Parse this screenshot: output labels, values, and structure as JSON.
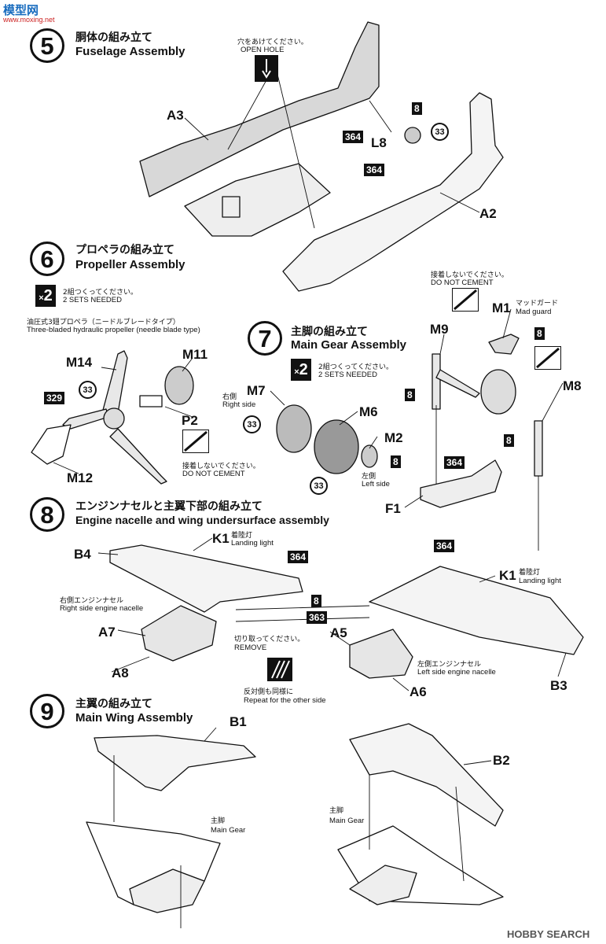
{
  "watermark": {
    "top_logo": "模型网",
    "top_url": "www.moxing.net",
    "bottom_logo": "HOBBY SEARCH"
  },
  "steps": [
    {
      "num": "5",
      "jp": "胴体の組み立て",
      "en": "Fuselage Assembly"
    },
    {
      "num": "6",
      "jp": "プロペラの組み立て",
      "en": "Propeller Assembly"
    },
    {
      "num": "7",
      "jp": "主脚の組み立て",
      "en": "Main Gear Assembly"
    },
    {
      "num": "8",
      "jp": "エンジンナセルと主翼下部の組み立て",
      "en": "Engine nacelle and wing undersurface assembly"
    },
    {
      "num": "9",
      "jp": "主翼の組み立て",
      "en": "Main Wing Assembly"
    }
  ],
  "notes": {
    "open_hole_jp": "穴をあけてください。",
    "open_hole_en": "OPEN HOLE",
    "sets_jp": "2組つくってください。",
    "sets_en": "2 SETS NEEDED",
    "sets_jp_2": "2組つくってください。",
    "sets_en_2": "2 SETS NEEDED",
    "x2": "2",
    "prop_jp": "油圧式3翅プロペラ（ニードルブレードタイプ）",
    "prop_en": "Three-bladed hydraulic propeller (needle blade type)",
    "no_cement_jp": "接着しないでください。",
    "no_cement_en": "DO NOT CEMENT",
    "no_cement_jp_2": "接着しないでください。",
    "no_cement_en_2": "DO NOT CEMENT",
    "right_side_jp": "右側",
    "right_side_en": "Right side",
    "left_side_jp": "左側",
    "left_side_en": "Left side",
    "mud_guard_jp": "マッドガード",
    "mud_guard_en": "Mad guard",
    "landing_light_jp": "着陸灯",
    "landing_light_en": "Landing light",
    "landing_light_jp_2": "着陸灯",
    "landing_light_en_2": "Landing light",
    "r_nacelle_jp": "右側エンジンナセル",
    "r_nacelle_en": "Right side engine nacelle",
    "l_nacelle_jp": "左側エンジンナセル",
    "l_nacelle_en": "Left side engine nacelle",
    "remove_jp": "切り取ってください。",
    "remove_en": "REMOVE",
    "repeat_jp": "反対側も同様に",
    "repeat_en": "Repeat for the other side",
    "main_gear_jp": "主脚",
    "main_gear_en": "Main Gear",
    "main_gear_jp_2": "主脚",
    "main_gear_en_2": "Main Gear"
  },
  "parts": {
    "a3": "A3",
    "a2": "A2",
    "l8": "L8",
    "m14": "M14",
    "m11": "M11",
    "p2": "P2",
    "m12": "M12",
    "m7": "M7",
    "m6": "M6",
    "m2": "M2",
    "m9": "M9",
    "m1": "M1",
    "m8": "M8",
    "f1": "F1",
    "k1a": "K1",
    "k1b": "K1",
    "b4": "B4",
    "a7": "A7",
    "a8": "A8",
    "a5": "A5",
    "a6": "A6",
    "b3": "B3",
    "b1": "B1",
    "b2": "B2"
  },
  "colors": {
    "c8": "8",
    "c33": "33",
    "c364": "364",
    "c329": "329",
    "c363": "363"
  }
}
